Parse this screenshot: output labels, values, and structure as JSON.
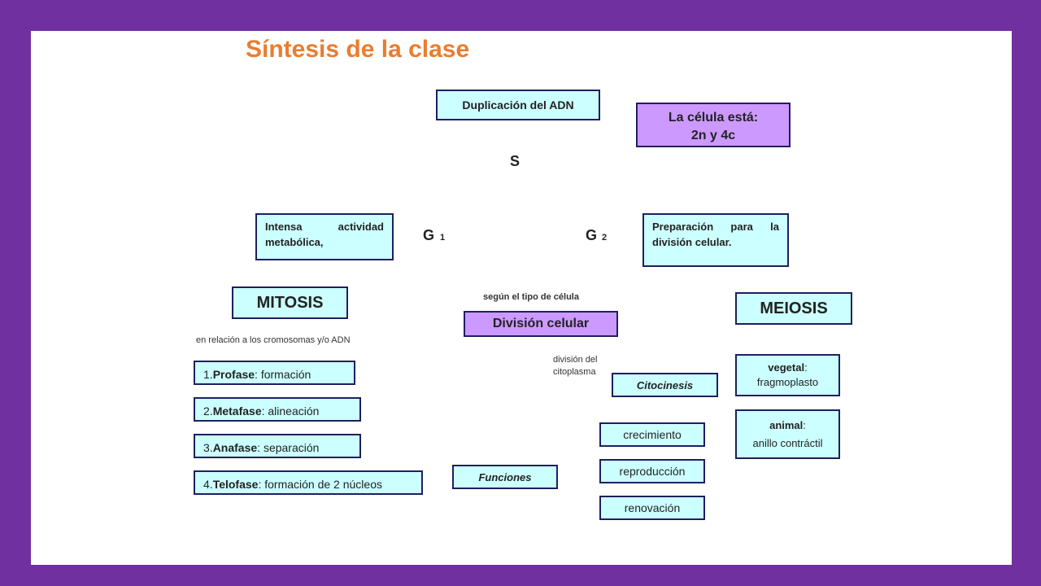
{
  "title": "Síntesis de la clase",
  "cycle": {
    "s_label": "S",
    "g1_label": "G",
    "g1_sub": "1",
    "g2_label": "G",
    "g2_sub": "2",
    "duplicacion": "Duplicación del ADN",
    "intensa_line1": "Intensa actividad",
    "intensa_line2": "metabólica,",
    "preparacion_line1": "Preparación para la",
    "preparacion_line2": "división celular.",
    "celula_line1": "La célula está:",
    "celula_line2": "2n y 4c"
  },
  "division": {
    "segun": "según el tipo de célula",
    "division_celular": "División celular",
    "mitosis": "MITOSIS",
    "meiosis": "MEIOSIS",
    "relacion": "en relación a los cromosomas y/o ADN",
    "division_citoplasma_1": "división del",
    "division_citoplasma_2": "citoplasma",
    "citocinesis": "Citocinesis"
  },
  "phases": [
    {
      "num": "1.",
      "name": "Profase",
      "sep": ": ",
      "desc": "formación"
    },
    {
      "num": "2.",
      "name": "Metafase",
      "sep": ": ",
      "desc": "alineación"
    },
    {
      "num": "3.",
      "name": "Anafase",
      "sep": ": ",
      "desc": "separación"
    },
    {
      "num": "4.",
      "name": "Telofase",
      "sep": ": ",
      "desc": "formación de 2 núcleos"
    }
  ],
  "citocinesis_types": {
    "vegetal_name": "vegetal",
    "vegetal_sep": ":",
    "vegetal_desc": "fragmoplasto",
    "animal_name": "animal",
    "animal_sep": ":",
    "animal_desc": "anillo contráctil"
  },
  "funciones": {
    "label": "Funciones",
    "items": [
      "crecimiento",
      "reproducción",
      "renovación"
    ]
  },
  "colors": {
    "background": "#7030a0",
    "title": "#e97d2f",
    "box_fill": "#ccffff",
    "box_purple": "#cc99ff",
    "lines": "#1f1f7a",
    "cycle_arrow": "#9dc3e6",
    "orange_line": "#e97d2f"
  }
}
